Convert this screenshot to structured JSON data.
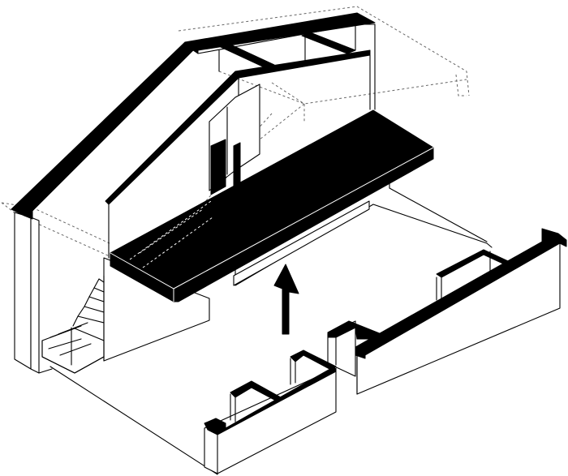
{
  "diagram": {
    "kind": "isometric-line-drawing",
    "colors": {
      "ink": "#000000",
      "paper": "#ffffff",
      "hidden_lines": "#666666"
    },
    "elements": [
      "roof-rafters",
      "mezzanine-slab",
      "staircase",
      "up-arrow",
      "front-right-wall",
      "front-left-wall"
    ]
  }
}
